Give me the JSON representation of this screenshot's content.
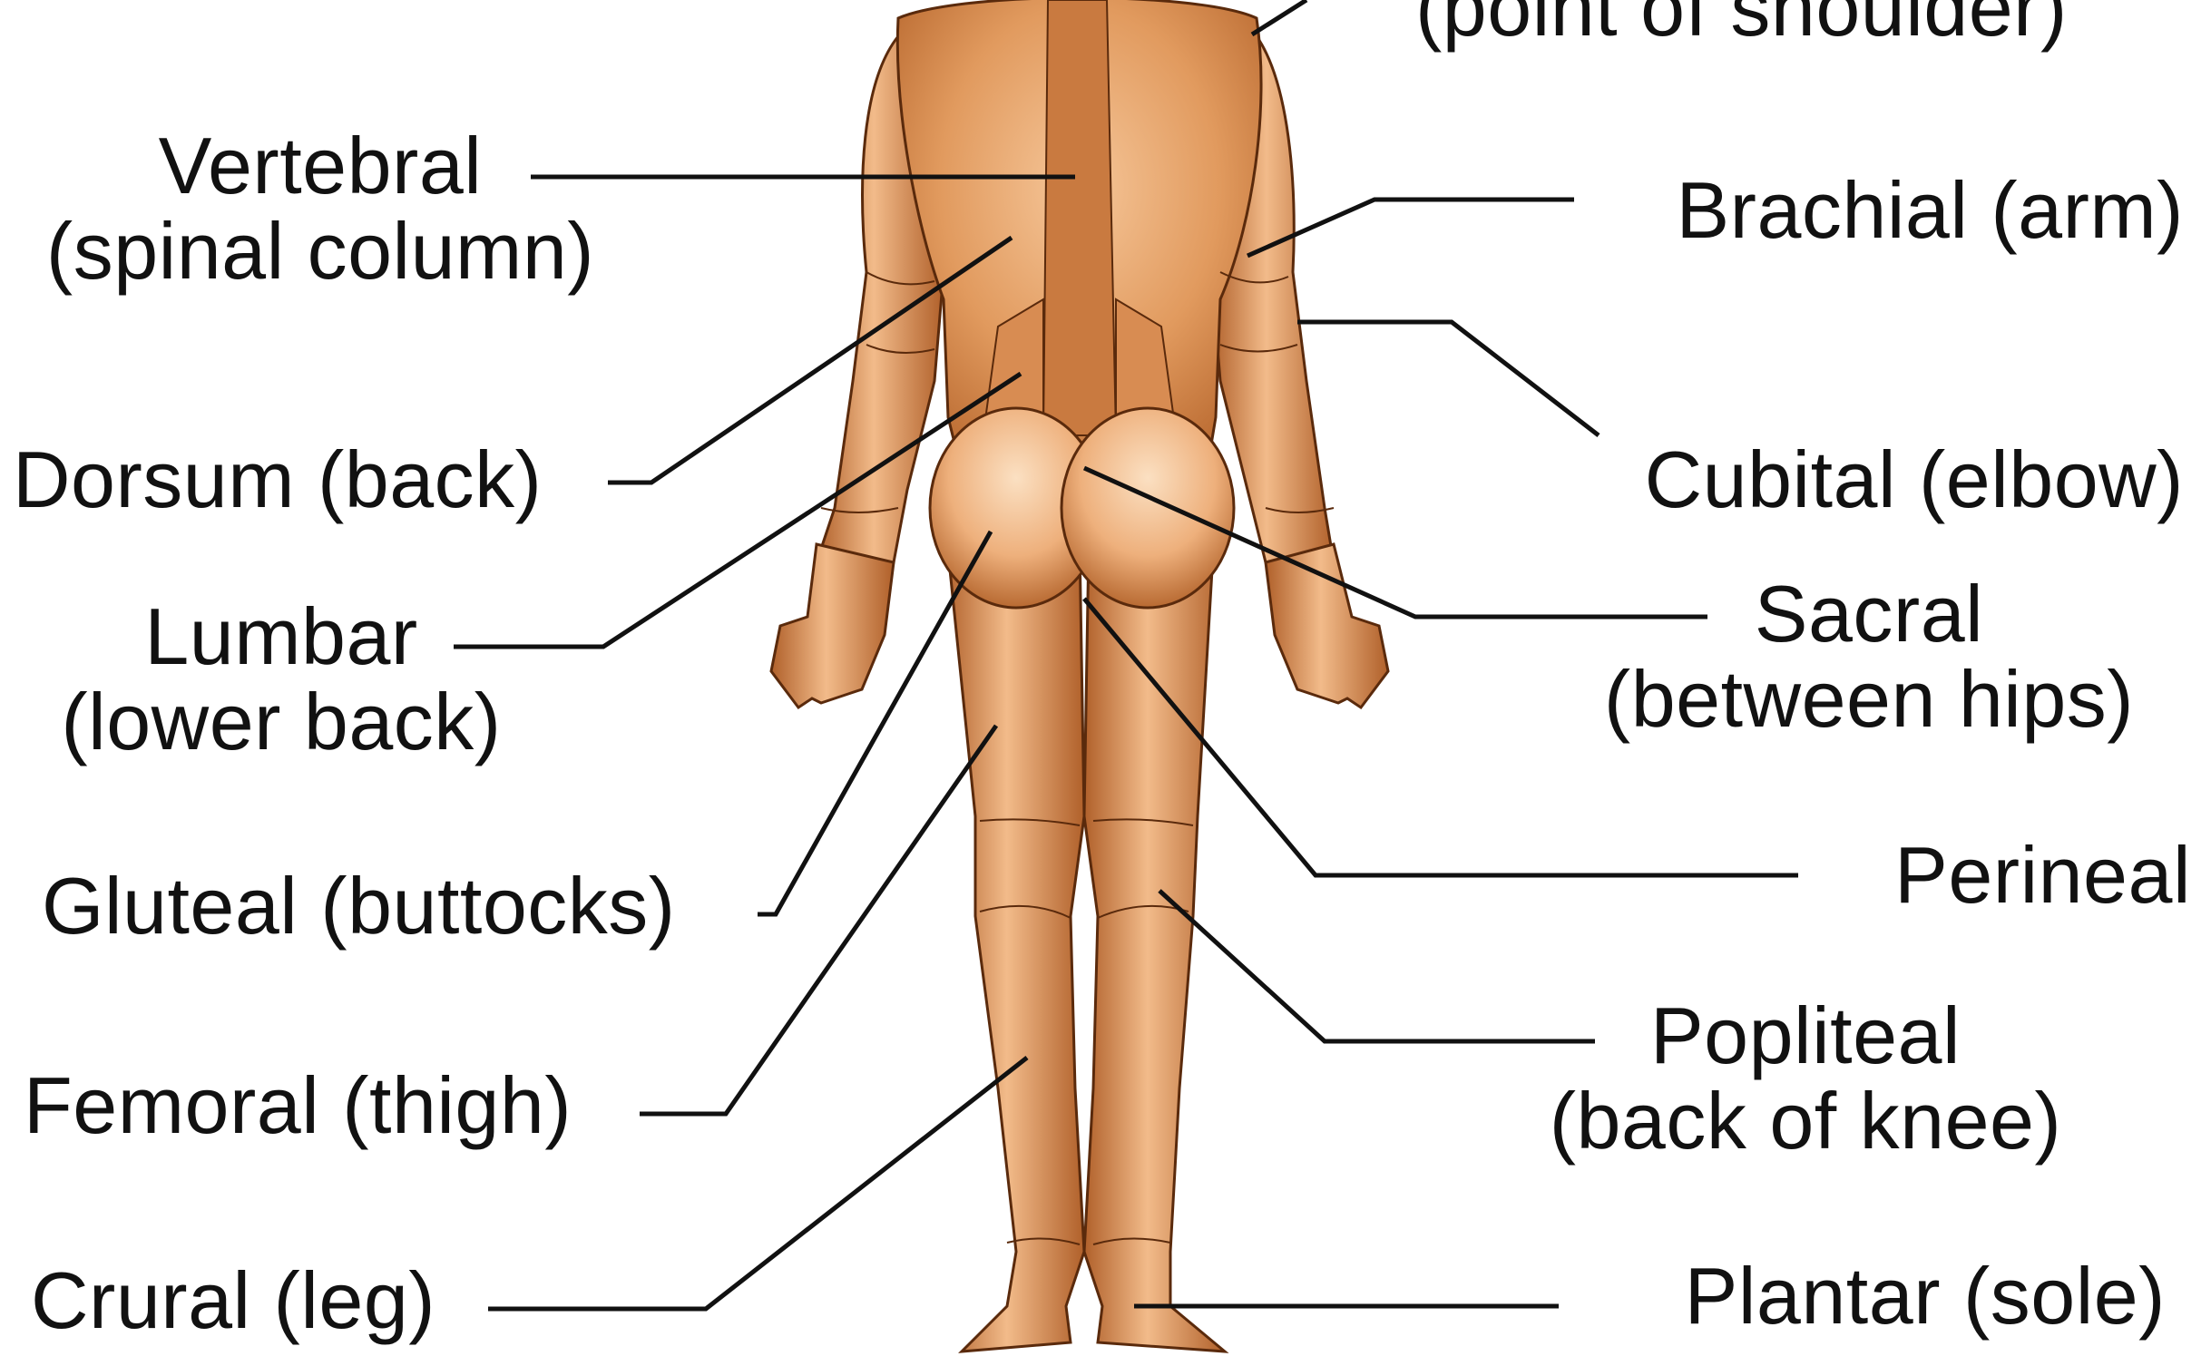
{
  "colors": {
    "skin_light": "#f2b07a",
    "skin_mid": "#d98a4f",
    "skin_dark": "#a5561f",
    "outline": "#5a2a0c",
    "leader_line": "#111111",
    "text": "#111111"
  },
  "labels": {
    "acromial_line2": "(point of shoulder)",
    "vertebral": {
      "line1": "Vertebral",
      "line2": "(spinal column)"
    },
    "dorsum": "Dorsum (back)",
    "lumbar": {
      "line1": "Lumbar",
      "line2": "(lower back)"
    },
    "gluteal": "Gluteal (buttocks)",
    "femoral": "Femoral (thigh)",
    "crural": "Crural (leg)",
    "brachial": "Brachial (arm)",
    "cubital": "Cubital (elbow)",
    "sacral": {
      "line1": "Sacral",
      "line2": "(between hips)"
    },
    "perineal": "Perineal",
    "popliteal": {
      "line1": "Popliteal",
      "line2": "(back of knee)"
    },
    "plantar": "Plantar (sole)"
  }
}
